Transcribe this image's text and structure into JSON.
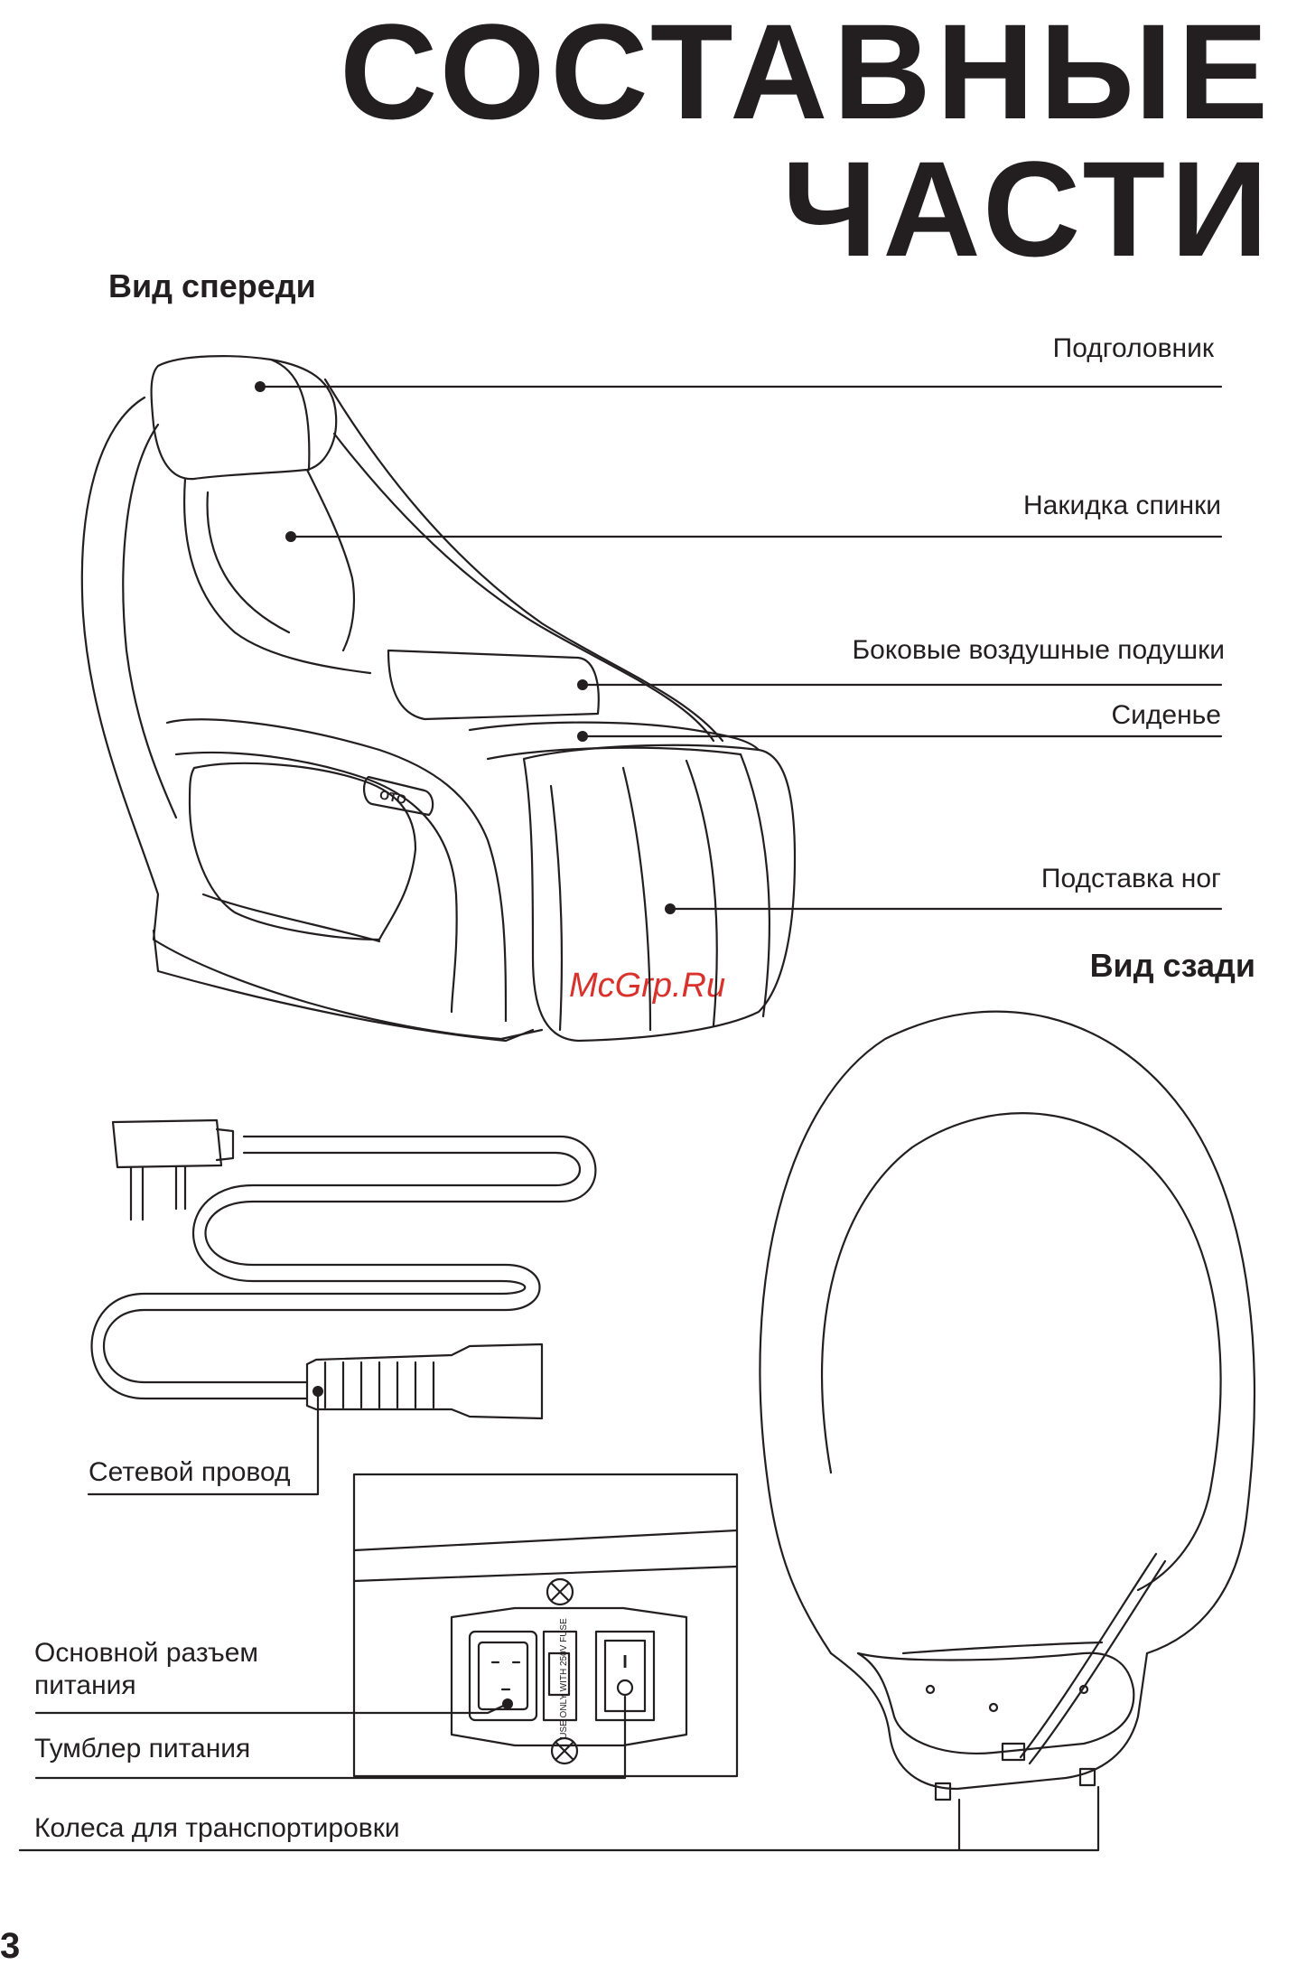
{
  "title": {
    "line1": "СОСТАВНЫЕ",
    "line2": "ЧАСТИ"
  },
  "front": {
    "heading": "Вид спереди",
    "labels": {
      "headrest": "Подголовник",
      "back_cover": "Накидка спинки",
      "side_airbags": "Боковые воздушные подушки",
      "seat": "Сиденье",
      "footrest": "Подставка ног"
    },
    "logo": "OTO"
  },
  "rear": {
    "heading": "Вид сзади",
    "labels": {
      "power_cord": "Сетевой провод",
      "main_socket": "Основной разъем\nпитания",
      "power_switch": "Тумблер питания",
      "wheels": "Колеса для транспортировки"
    },
    "fuse_text": "USE ONLY WITH 250V FUSE",
    "switch_on": "I",
    "switch_off": "O"
  },
  "watermark": "McGrp.Ru",
  "page_number": "3"
}
